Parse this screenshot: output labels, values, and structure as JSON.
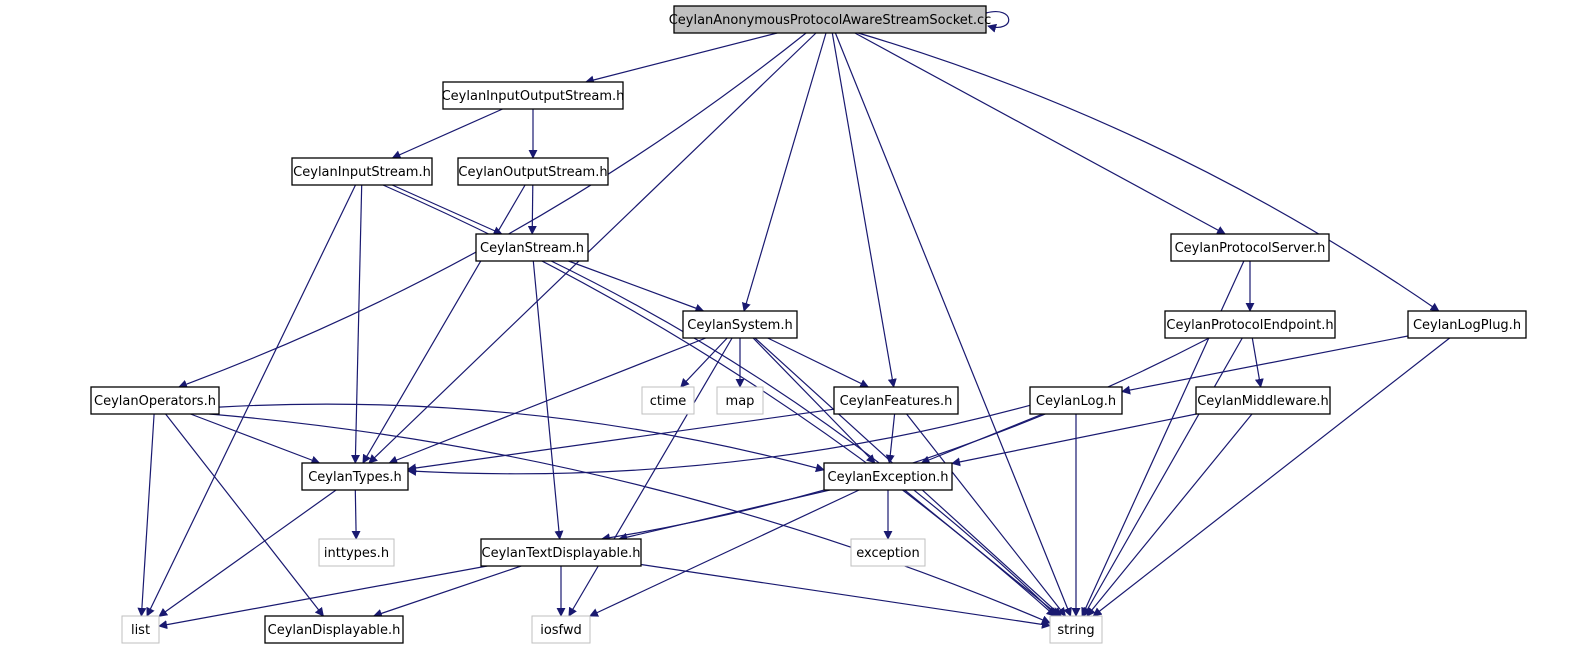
{
  "diagram": {
    "edge_color": "#191970",
    "root_fill": "#bfbfbf",
    "system_border": "#bfbfbf",
    "nodes": [
      {
        "id": "root",
        "label": "CeylanAnonymousProtocolAwareStreamSocket.cc",
        "kind": "root"
      },
      {
        "id": "ios",
        "label": "CeylanInputOutputStream.h",
        "kind": "project"
      },
      {
        "id": "is",
        "label": "CeylanInputStream.h",
        "kind": "project"
      },
      {
        "id": "os",
        "label": "CeylanOutputStream.h",
        "kind": "project"
      },
      {
        "id": "stream",
        "label": "CeylanStream.h",
        "kind": "project"
      },
      {
        "id": "system",
        "label": "CeylanSystem.h",
        "kind": "project"
      },
      {
        "id": "pserver",
        "label": "CeylanProtocolServer.h",
        "kind": "project"
      },
      {
        "id": "pend",
        "label": "CeylanProtocolEndpoint.h",
        "kind": "project"
      },
      {
        "id": "logplug",
        "label": "CeylanLogPlug.h",
        "kind": "project"
      },
      {
        "id": "ops",
        "label": "CeylanOperators.h",
        "kind": "project"
      },
      {
        "id": "ctime",
        "label": "ctime",
        "kind": "system"
      },
      {
        "id": "map",
        "label": "map",
        "kind": "system"
      },
      {
        "id": "features",
        "label": "CeylanFeatures.h",
        "kind": "project"
      },
      {
        "id": "log",
        "label": "CeylanLog.h",
        "kind": "project"
      },
      {
        "id": "mid",
        "label": "CeylanMiddleware.h",
        "kind": "project"
      },
      {
        "id": "types",
        "label": "CeylanTypes.h",
        "kind": "project"
      },
      {
        "id": "exc",
        "label": "CeylanException.h",
        "kind": "project"
      },
      {
        "id": "inttypes",
        "label": "inttypes.h",
        "kind": "system"
      },
      {
        "id": "td",
        "label": "CeylanTextDisplayable.h",
        "kind": "project"
      },
      {
        "id": "exception",
        "label": "exception",
        "kind": "system"
      },
      {
        "id": "list",
        "label": "list",
        "kind": "system"
      },
      {
        "id": "disp",
        "label": "CeylanDisplayable.h",
        "kind": "project"
      },
      {
        "id": "iosfwd",
        "label": "iosfwd",
        "kind": "system"
      },
      {
        "id": "string",
        "label": "string",
        "kind": "system"
      }
    ],
    "edges": [
      [
        "root",
        "root"
      ],
      [
        "root",
        "ios"
      ],
      [
        "root",
        "system"
      ],
      [
        "root",
        "features"
      ],
      [
        "root",
        "pserver"
      ],
      [
        "root",
        "logplug"
      ],
      [
        "root",
        "ops"
      ],
      [
        "root",
        "types"
      ],
      [
        "root",
        "string"
      ],
      [
        "ios",
        "is"
      ],
      [
        "ios",
        "os"
      ],
      [
        "is",
        "stream"
      ],
      [
        "is",
        "types"
      ],
      [
        "is",
        "list"
      ],
      [
        "is",
        "string"
      ],
      [
        "os",
        "stream"
      ],
      [
        "os",
        "types"
      ],
      [
        "stream",
        "system"
      ],
      [
        "stream",
        "td"
      ],
      [
        "stream",
        "string"
      ],
      [
        "system",
        "types"
      ],
      [
        "system",
        "ctime"
      ],
      [
        "system",
        "map"
      ],
      [
        "system",
        "features"
      ],
      [
        "system",
        "exc"
      ],
      [
        "system",
        "iosfwd"
      ],
      [
        "system",
        "string"
      ],
      [
        "pserver",
        "pend"
      ],
      [
        "pserver",
        "string"
      ],
      [
        "pend",
        "mid"
      ],
      [
        "pend",
        "td"
      ],
      [
        "pend",
        "string"
      ],
      [
        "logplug",
        "log"
      ],
      [
        "logplug",
        "string"
      ],
      [
        "ops",
        "types"
      ],
      [
        "ops",
        "exc"
      ],
      [
        "ops",
        "list"
      ],
      [
        "ops",
        "disp"
      ],
      [
        "ops",
        "string"
      ],
      [
        "features",
        "types"
      ],
      [
        "features",
        "exc"
      ],
      [
        "features",
        "string"
      ],
      [
        "log",
        "types"
      ],
      [
        "log",
        "exc"
      ],
      [
        "log",
        "string"
      ],
      [
        "mid",
        "exc"
      ],
      [
        "mid",
        "string"
      ],
      [
        "types",
        "inttypes"
      ],
      [
        "types",
        "list"
      ],
      [
        "exc",
        "td"
      ],
      [
        "exc",
        "exception"
      ],
      [
        "exc",
        "iosfwd"
      ],
      [
        "exc",
        "string"
      ],
      [
        "td",
        "list"
      ],
      [
        "td",
        "disp"
      ],
      [
        "td",
        "iosfwd"
      ],
      [
        "td",
        "string"
      ]
    ]
  }
}
